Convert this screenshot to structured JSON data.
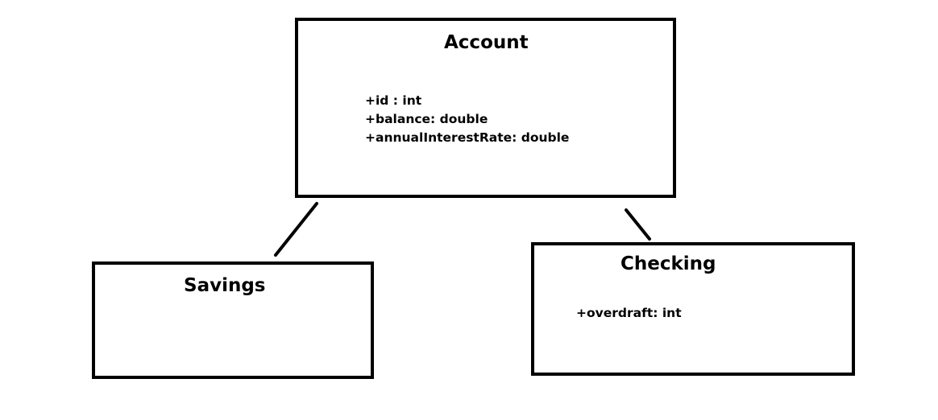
{
  "diagram": {
    "classes": [
      {
        "id": "account",
        "name": "Account",
        "attributes": [
          "+id : int",
          "+balance: double",
          "+annualInterestRate: double"
        ]
      },
      {
        "id": "savings",
        "name": "Savings",
        "attributes": []
      },
      {
        "id": "checking",
        "name": "Checking",
        "attributes": [
          "+overdraft: int"
        ]
      }
    ],
    "connections": [
      {
        "from": "account",
        "to": "savings"
      },
      {
        "from": "account",
        "to": "checking"
      }
    ],
    "colors": {
      "stroke": "#000000",
      "background": "#ffffff"
    }
  }
}
